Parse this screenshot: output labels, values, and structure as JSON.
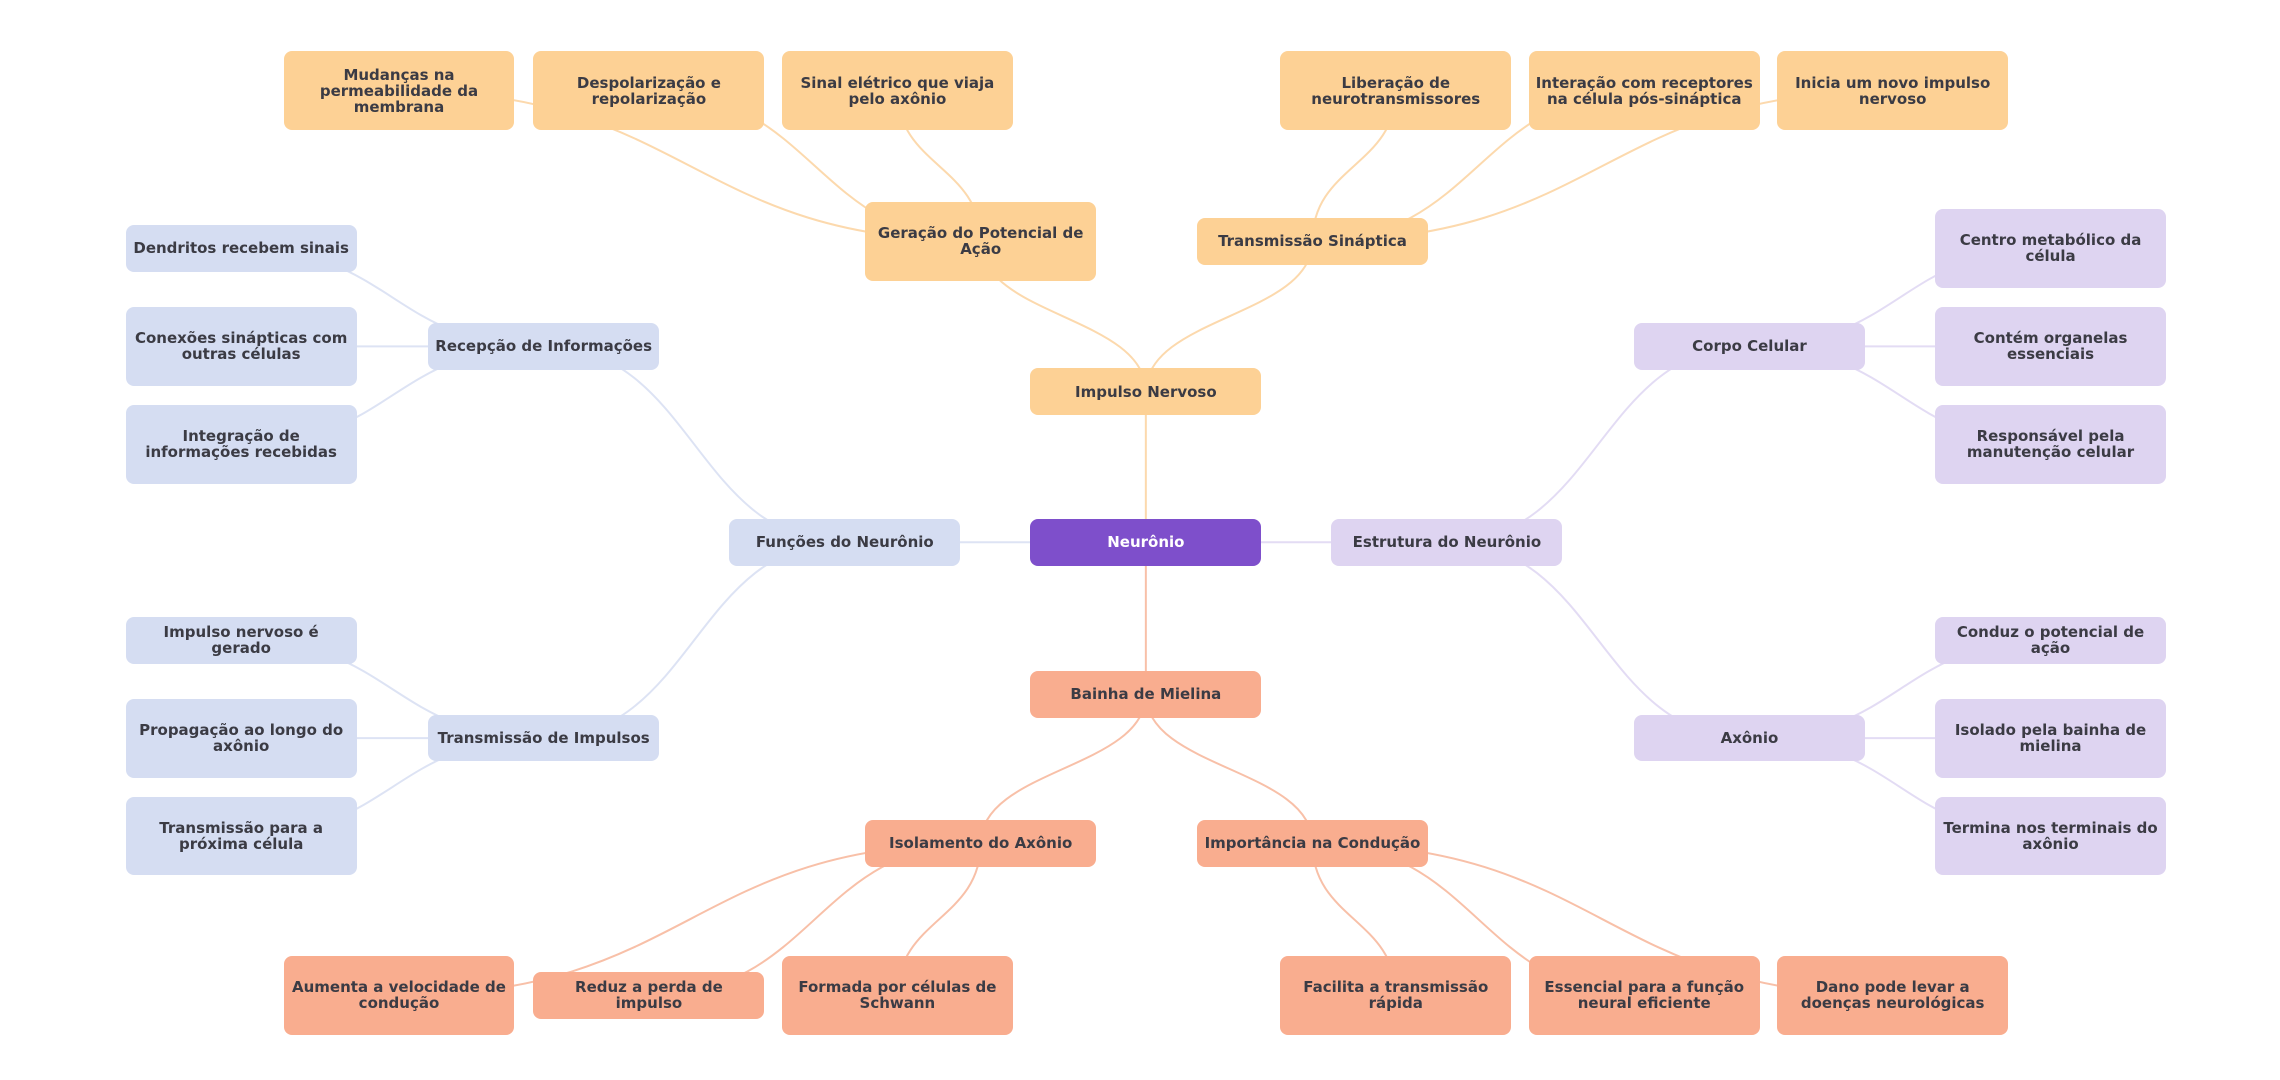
{
  "title": "Neurônio",
  "colors": {
    "root": "#7e4fcb",
    "orange": "#fdd195",
    "orange_edge": "#fcd9ad",
    "salmon": "#f9ad8f",
    "salmon_edge": "#f8c0a8",
    "blue": "#d5ddf2",
    "blue_edge": "#dde3f4",
    "lilac": "#ded4f1",
    "lilac_edge": "#e3dcf4",
    "text": "#3b3b44",
    "root_text": "#ffffff"
  },
  "nodes": [
    {
      "id": "root",
      "label": "Neurônio",
      "theme": "root"
    },
    {
      "id": "impulso",
      "label": "Impulso Nervoso",
      "theme": "orange",
      "parent": "root"
    },
    {
      "id": "geracao",
      "label": "Geração do Potencial de Ação",
      "theme": "orange",
      "parent": "impulso"
    },
    {
      "id": "mudancas",
      "label": "Mudanças na permeabilidade da membrana",
      "theme": "orange",
      "parent": "geracao"
    },
    {
      "id": "despol",
      "label": "Despolarização e repolarização",
      "theme": "orange",
      "parent": "geracao"
    },
    {
      "id": "sinal",
      "label": "Sinal elétrico que viaja pelo axônio",
      "theme": "orange",
      "parent": "geracao"
    },
    {
      "id": "sinaptica",
      "label": "Transmissão Sináptica",
      "theme": "orange",
      "parent": "impulso"
    },
    {
      "id": "liberacao",
      "label": "Liberação de neurotransmissores",
      "theme": "orange",
      "parent": "sinaptica"
    },
    {
      "id": "interacao",
      "label": "Interação com receptores na célula pós-sináptica",
      "theme": "orange",
      "parent": "sinaptica"
    },
    {
      "id": "inicia",
      "label": "Inicia um novo impulso nervoso",
      "theme": "orange",
      "parent": "sinaptica"
    },
    {
      "id": "funcoes",
      "label": "Funções do Neurônio",
      "theme": "blue",
      "parent": "root"
    },
    {
      "id": "recepcao",
      "label": "Recepção de Informações",
      "theme": "blue",
      "parent": "funcoes"
    },
    {
      "id": "dendritos",
      "label": "Dendritos recebem sinais",
      "theme": "blue",
      "parent": "recepcao"
    },
    {
      "id": "conexoes",
      "label": "Conexões sinápticas com outras células",
      "theme": "blue",
      "parent": "recepcao"
    },
    {
      "id": "integracao",
      "label": "Integração de informações recebidas",
      "theme": "blue",
      "parent": "recepcao"
    },
    {
      "id": "transimp",
      "label": "Transmissão de Impulsos",
      "theme": "blue",
      "parent": "funcoes"
    },
    {
      "id": "gerado",
      "label": "Impulso nervoso é gerado",
      "theme": "blue",
      "parent": "transimp"
    },
    {
      "id": "propagacao",
      "label": "Propagação ao longo do axônio",
      "theme": "blue",
      "parent": "transimp"
    },
    {
      "id": "proxima",
      "label": "Transmissão para a próxima célula",
      "theme": "blue",
      "parent": "transimp"
    },
    {
      "id": "estrutura",
      "label": "Estrutura do Neurônio",
      "theme": "lilac",
      "parent": "root"
    },
    {
      "id": "corpo",
      "label": "Corpo Celular",
      "theme": "lilac",
      "parent": "estrutura"
    },
    {
      "id": "centro",
      "label": "Centro metabólico da célula",
      "theme": "lilac",
      "parent": "corpo"
    },
    {
      "id": "contem",
      "label": "Contém organelas essenciais",
      "theme": "lilac",
      "parent": "corpo"
    },
    {
      "id": "responsavel",
      "label": "Responsável pela manutenção celular",
      "theme": "lilac",
      "parent": "corpo"
    },
    {
      "id": "axonio",
      "label": "Axônio",
      "theme": "lilac",
      "parent": "estrutura"
    },
    {
      "id": "conduz",
      "label": "Conduz o potencial de ação",
      "theme": "lilac",
      "parent": "axonio"
    },
    {
      "id": "isolado",
      "label": "Isolado pela bainha de mielina",
      "theme": "lilac",
      "parent": "axonio"
    },
    {
      "id": "termina",
      "label": "Termina nos terminais do axônio",
      "theme": "lilac",
      "parent": "axonio"
    },
    {
      "id": "bainha",
      "label": "Bainha de Mielina",
      "theme": "salmon",
      "parent": "root"
    },
    {
      "id": "isolamento",
      "label": "Isolamento do Axônio",
      "theme": "salmon",
      "parent": "bainha"
    },
    {
      "id": "aumenta",
      "label": "Aumenta a velocidade de condução",
      "theme": "salmon",
      "parent": "isolamento"
    },
    {
      "id": "reduz",
      "label": "Reduz a perda de impulso",
      "theme": "salmon",
      "parent": "isolamento"
    },
    {
      "id": "formada",
      "label": "Formada por células de Schwann",
      "theme": "salmon",
      "parent": "isolamento"
    },
    {
      "id": "importancia",
      "label": "Importância na Condução",
      "theme": "salmon",
      "parent": "bainha"
    },
    {
      "id": "facilita",
      "label": "Facilita a transmissão rápida",
      "theme": "salmon",
      "parent": "importancia"
    },
    {
      "id": "essencial",
      "label": "Essencial para a função neural eficiente",
      "theme": "salmon",
      "parent": "importancia"
    },
    {
      "id": "dano",
      "label": "Dano pode levar a doenças neurológicas",
      "theme": "salmon",
      "parent": "importancia"
    }
  ]
}
